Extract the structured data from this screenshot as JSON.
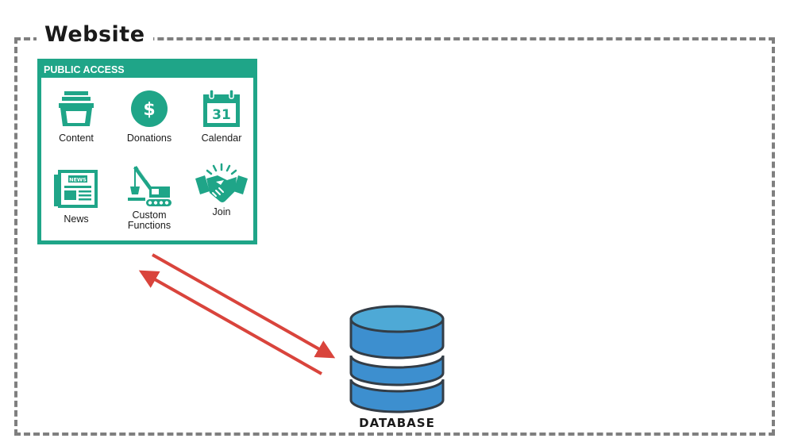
{
  "diagram": {
    "title": "Website",
    "panel": {
      "header": "PUBLIC ACCESS",
      "tiles": [
        {
          "label": "Content",
          "icon": "stacked-folders-icon"
        },
        {
          "label": "Donations",
          "icon": "dollar-coin-icon"
        },
        {
          "label": "Calendar",
          "icon": "calendar-icon",
          "icon_text": "31"
        },
        {
          "label": "News",
          "icon": "newspaper-icon",
          "icon_text": "NEWS"
        },
        {
          "label": "Custom\nFunctions",
          "icon": "crane-icon"
        },
        {
          "label": "Join",
          "icon": "handshake-icon"
        }
      ]
    },
    "database": {
      "label": "DATABASE",
      "icon": "database-icon"
    },
    "colors": {
      "frame": "#7f7f7f",
      "panel": "#1fa588",
      "arrow": "#d9443c",
      "database_top": "#4ea9d6",
      "database_body": "#3d8fcf",
      "outline": "#333d47"
    }
  }
}
